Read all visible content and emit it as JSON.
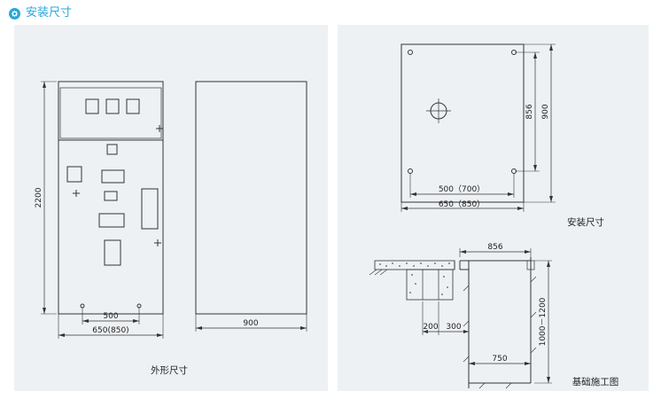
{
  "header": {
    "icon": "gear-icon",
    "title": "安装尺寸",
    "accent_color": "#2aa7d9"
  },
  "left_panel": {
    "caption": "外形尺寸",
    "dims": {
      "height": "2200",
      "inner_width": "500",
      "outer_width": "650(850)",
      "side_width": "900"
    }
  },
  "right_top": {
    "caption": "安装尺寸",
    "dims": {
      "inner_height": "856",
      "outer_height": "900",
      "inner_width": "500（700）",
      "outer_width": "650（850）"
    }
  },
  "right_bottom": {
    "caption": "基础施工图",
    "dims": {
      "top_width": "856",
      "depth": "1000－1200",
      "w200": "200",
      "w300": "300",
      "bottom_width": "750"
    }
  }
}
